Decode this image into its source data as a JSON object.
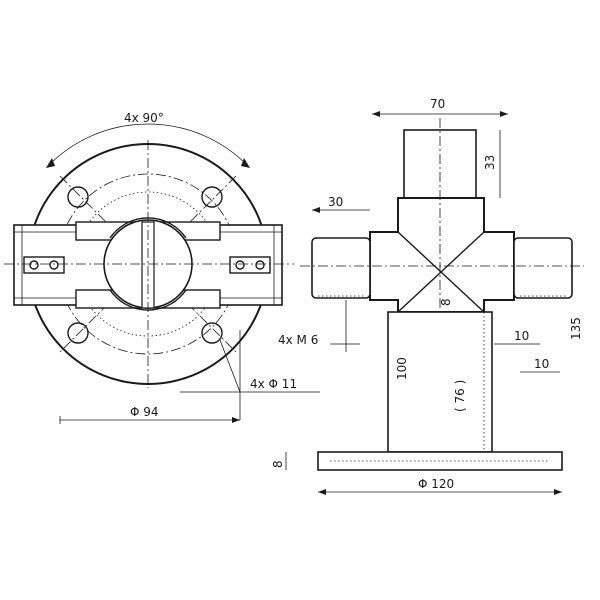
{
  "diagram": {
    "ink_color": "#1a1a1a",
    "background_color": "#ffffff",
    "top_view": {
      "angle_label": "4x 90°",
      "bolt_hole_label": "4x Φ 11",
      "outer_diameter_label": "Φ 94"
    },
    "side_view": {
      "top_width_label": "70",
      "top_height_label": "33",
      "arm_length_label": "30",
      "thread_label": "4x M 6",
      "gap_label": "8",
      "offset_label_a": "10",
      "offset_label_b": "10",
      "total_height_label": "135",
      "stem_height_label": "100",
      "stem_diameter_label": "( 76 )",
      "base_thickness_label": "8",
      "base_diameter_label": "Φ 120"
    }
  }
}
